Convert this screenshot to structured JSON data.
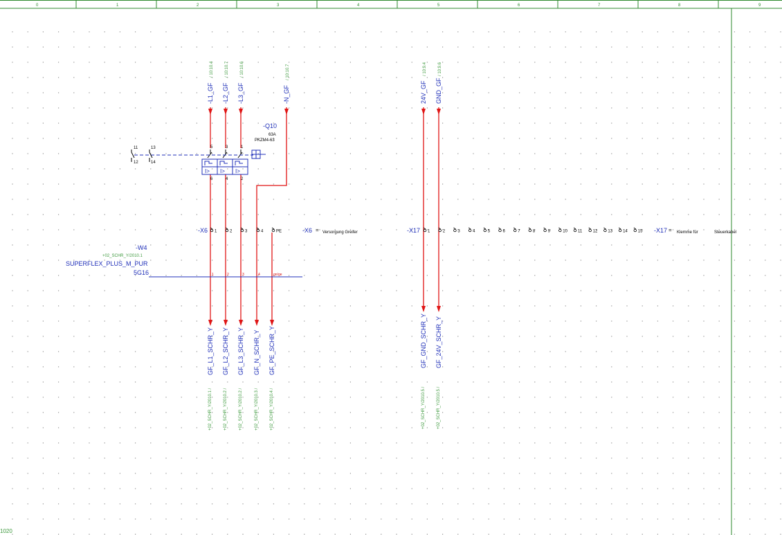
{
  "colors": {
    "wire": "#e01515",
    "label_blue": "#1f2fb8",
    "ref_green": "#3f9a3f",
    "frame_green": "#2d8a2d",
    "symbol_blue": "#1f2fb8",
    "grid_dot": "#9a9a9a"
  },
  "ruler": {
    "columns": [
      "0",
      "1",
      "2",
      "3",
      "4",
      "5",
      "6",
      "7",
      "8",
      "9"
    ]
  },
  "top_signals": [
    {
      "name": "-L1_GF",
      "ref": "/ 10:10.4"
    },
    {
      "name": "-L2_GF",
      "ref": "/ 10:10.7"
    },
    {
      "name": "-L3_GF",
      "ref": "/ 10:10.6"
    },
    {
      "name": "-N_GF",
      "ref": "/ 10:10.7"
    },
    {
      "name": "24V_GF",
      "ref": "/ 10:9.4"
    },
    {
      "name": "GND_GF",
      "ref": "/ 10:9.6"
    }
  ],
  "breaker": {
    "tag": "-Q10",
    "rating": "63A",
    "type": "PKZM4-63",
    "top_pins": [
      "5",
      "3",
      "1"
    ],
    "bottom_pins": [
      "6",
      "4",
      "2"
    ],
    "aux_pins": [
      "11",
      "13",
      "12",
      "14"
    ],
    "trip_label": "I>"
  },
  "terminal_x6": {
    "tag": "-X6",
    "terminals": [
      "1",
      "2",
      "3",
      "4",
      "PE"
    ],
    "label_tag": "-X6",
    "label_eq": "=",
    "description": "Versorgung Greifer"
  },
  "terminal_x17": {
    "tag": "-X17",
    "terminals": [
      "1",
      "2",
      "3",
      "4",
      "5",
      "6",
      "7",
      "8",
      "9",
      "10",
      "11",
      "12",
      "13",
      "14",
      "15"
    ],
    "label_tag": "-X17",
    "label_eq": "=",
    "description": "Klemme für",
    "description2": "Steuerkabel"
  },
  "cable": {
    "tag": "-W4",
    "ref": "+02_SCHR_Y/2010.1",
    "type": "SUPERFLEX_PLUS_M_PUR",
    "cross_section": "5G16",
    "cores": [
      "1",
      "2",
      "3",
      "4",
      "gn/ge"
    ]
  },
  "bottom_signals": [
    {
      "name": "GF_L1_SCHR_Y",
      "ref": "+02_SCHR_Y/2010.1 /"
    },
    {
      "name": "GF_L2_SCHR_Y",
      "ref": "+02_SCHR_Y/2010.2 /"
    },
    {
      "name": "GF_L3_SCHR_Y",
      "ref": "+02_SCHR_Y/2010.2 /"
    },
    {
      "name": "GF_N_SCHR_Y",
      "ref": "+02_SCHR_Y/2010.3 /"
    },
    {
      "name": "GF_PE_SCHR_Y",
      "ref": "+02_SCHR_Y/2010.4 /"
    },
    {
      "name": "GF_GND_SCHR_Y",
      "ref": "+02_SCHR_Y/2010.5 /"
    },
    {
      "name": "GF_24V_SCHR_Y",
      "ref": "+02_SCHR_Y/2010.5 /"
    }
  ],
  "page_number": "1020"
}
